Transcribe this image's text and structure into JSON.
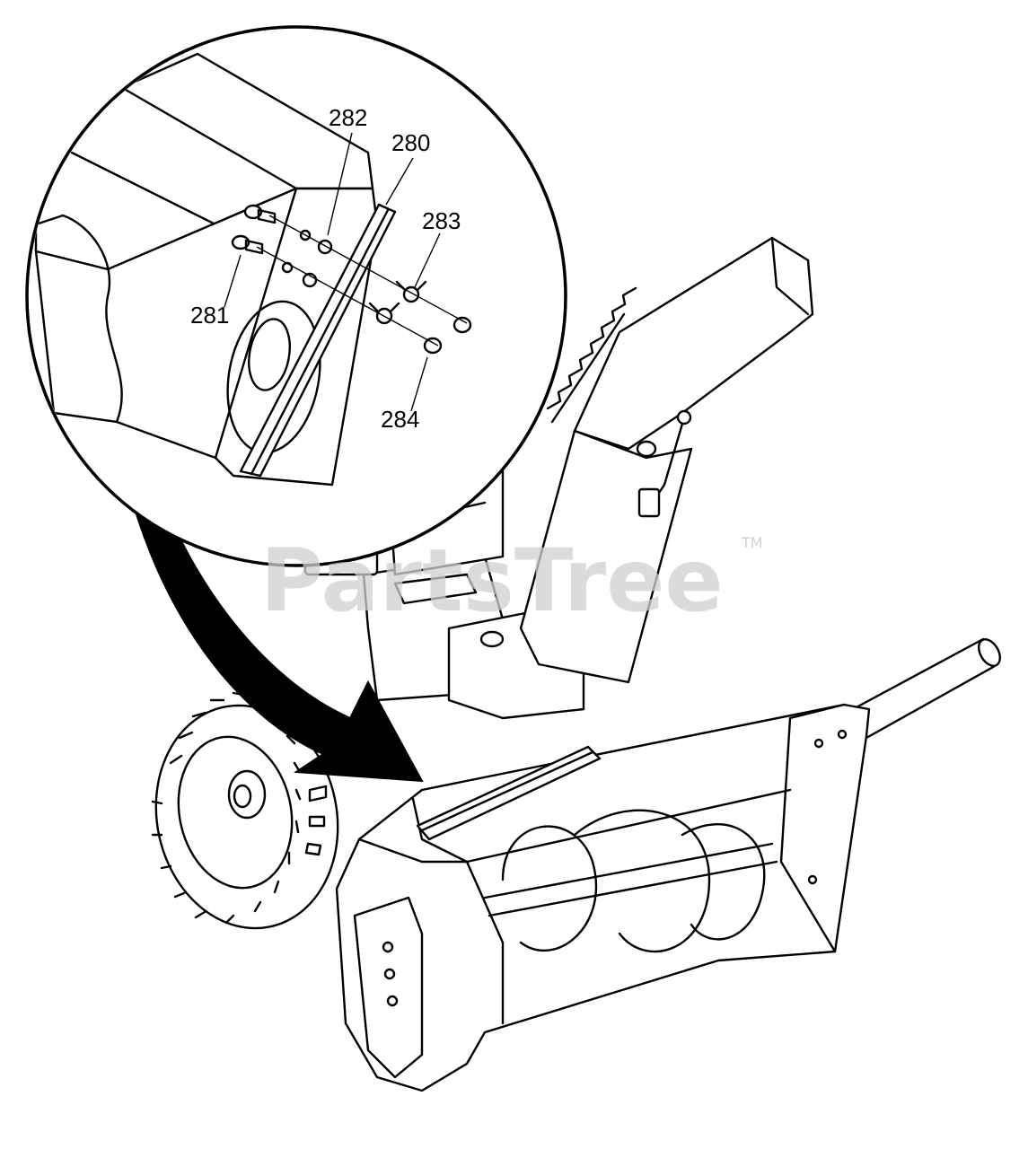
{
  "callouts": {
    "c280": "280",
    "c281": "281",
    "c282": "282",
    "c283": "283",
    "c284": "284"
  },
  "watermark": {
    "text": "PartsTree",
    "tm": "TM"
  }
}
